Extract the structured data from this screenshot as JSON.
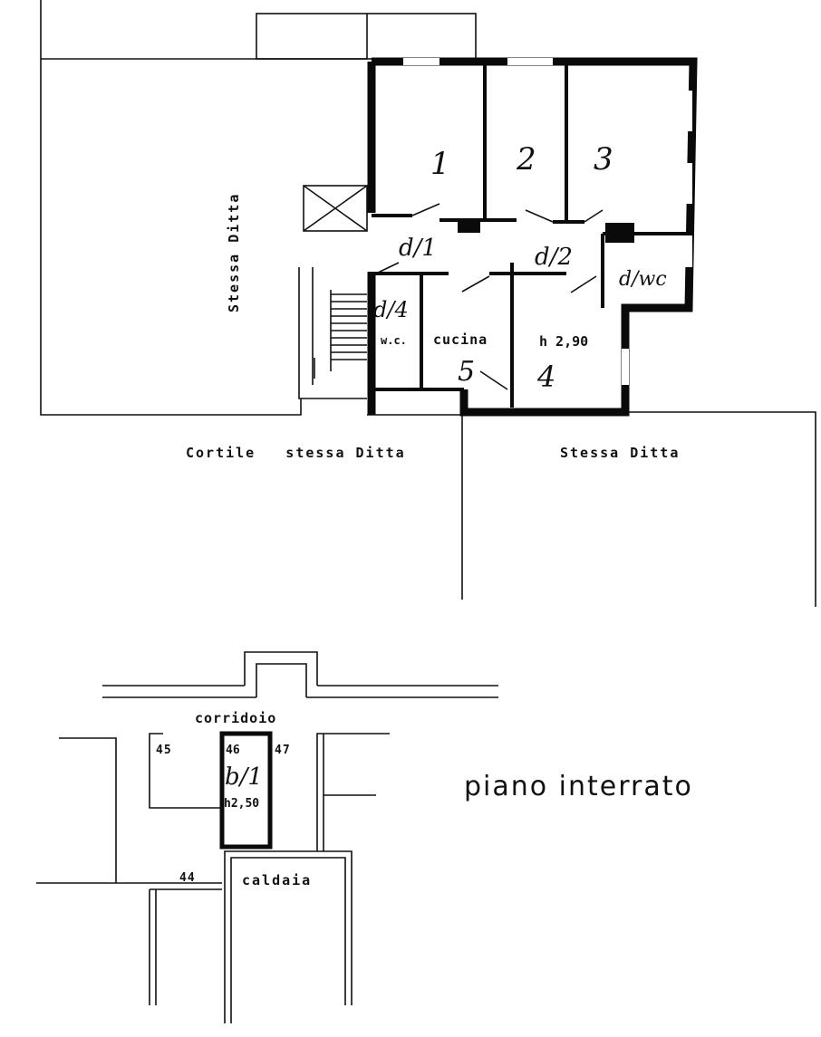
{
  "upper_floor": {
    "labels": {
      "left_neighbor": "Stessa Ditta",
      "courtyard": "Cortile   stessa Ditta",
      "right_neighbor": "Stessa Ditta",
      "wc": "w.c.",
      "kitchen": "cucina",
      "height": "h 2,90"
    },
    "rooms": [
      "1",
      "2",
      "3",
      "4",
      "5"
    ],
    "annotations": [
      "d/1",
      "d/2",
      "d/4",
      "d/wc"
    ]
  },
  "basement": {
    "title": "piano interrato",
    "corridor": "corridoio",
    "units": [
      "45",
      "46",
      "47",
      "44"
    ],
    "boiler_room": "caldaia",
    "height": "h2,50",
    "annotation": "b/1"
  }
}
